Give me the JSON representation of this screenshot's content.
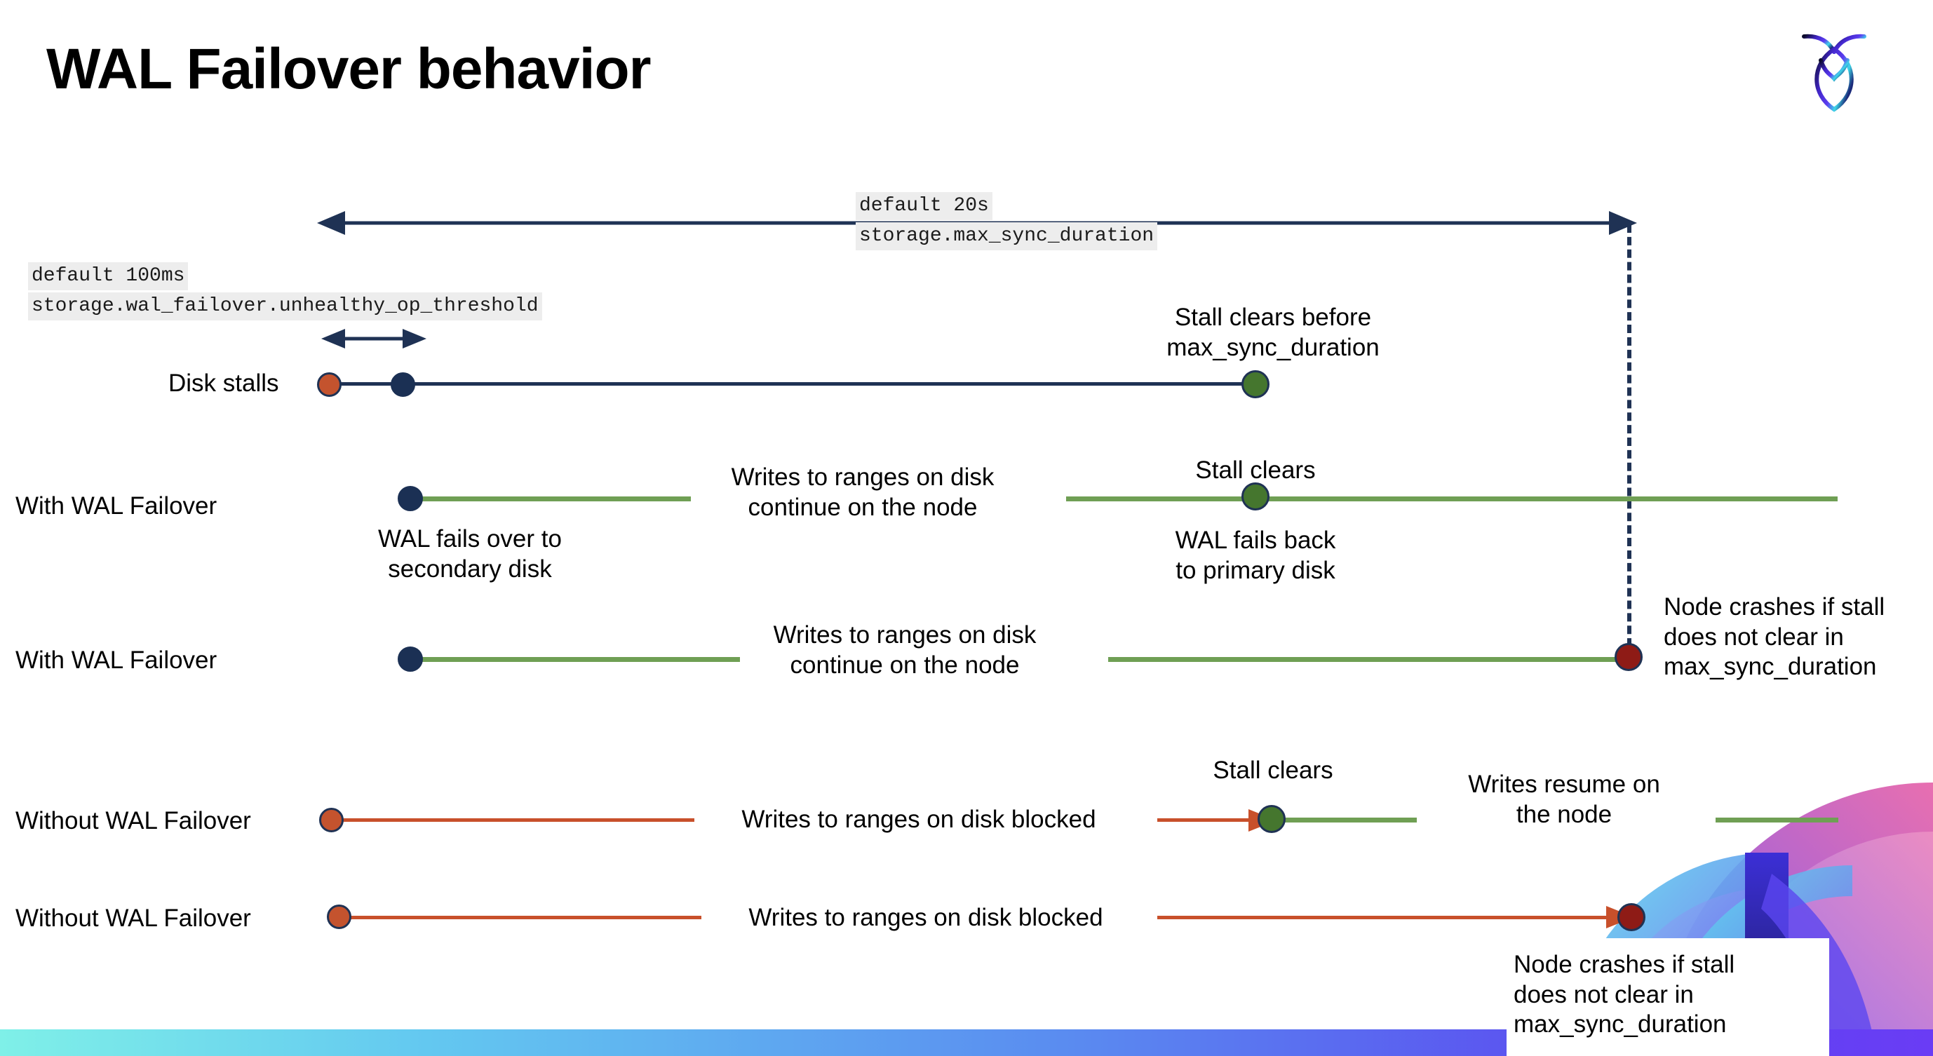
{
  "slide": {
    "title": "WAL Failover behavior",
    "logo_icon": "cockroachdb-logo-icon",
    "accent_navy": "#1f3254",
    "accent_green": "#6f9f54",
    "accent_orange": "#c8502b",
    "accent_darkred": "#8e1b16",
    "dot_green": "#45762e"
  },
  "settings": {
    "max_sync": {
      "default": "default 20s",
      "name": "storage.max_sync_duration"
    },
    "unhealthy_op": {
      "default": "default 100ms",
      "name": "storage.wal_failover.unhealthy_op_threshold"
    }
  },
  "rows": [
    {
      "label": "Disk stalls"
    },
    {
      "label": "With WAL Failover"
    },
    {
      "label": "With WAL Failover"
    },
    {
      "label": "Without WAL Failover"
    },
    {
      "label": "Without WAL Failover"
    }
  ],
  "annotations": {
    "stall_clears_before": "Stall clears before\nmax_sync_duration",
    "stall_clears_before_l1": "Stall clears before",
    "stall_clears_before_l2": "max_sync_duration",
    "writes_continue_l1": "Writes to ranges on disk",
    "writes_continue_l2": "continue on the node",
    "stall_clears": "Stall clears",
    "wal_fails_over_l1": "WAL fails over to",
    "wal_fails_over_l2": "secondary disk",
    "wal_fails_back_l1": "WAL fails  back",
    "wal_fails_back_l2": "to primary disk",
    "node_crashes_l1": "Node crashes if stall",
    "node_crashes_l2": "does not clear in",
    "node_crashes_l3": "max_sync_duration",
    "writes_blocked": "Writes to ranges on disk  blocked",
    "writes_resume_l1": "Writes resume on",
    "writes_resume_l2": "the node"
  }
}
